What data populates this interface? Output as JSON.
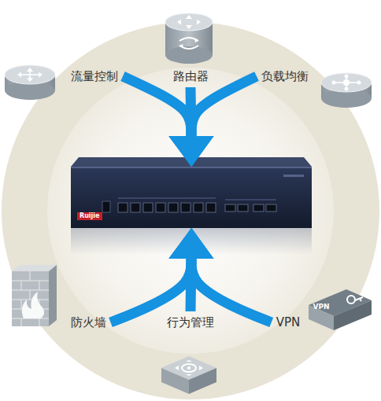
{
  "diagram": {
    "nodes": [
      {
        "text": [
          "流量控制"
        ]
      },
      {
        "text": [
          "路由器"
        ]
      },
      {
        "text": [
          "负载均衡"
        ]
      },
      {
        "text": [
          "Ruijie"
        ]
      },
      {
        "text": [
          "防火墙"
        ]
      },
      {
        "text": [
          "行为管理"
        ]
      },
      {
        "text": [
          "VPN"
        ]
      }
    ],
    "edges": [
      {
        "from": 0,
        "to": 3,
        "arrow": "to"
      },
      {
        "from": 1,
        "to": 3,
        "arrow": "to"
      },
      {
        "from": 2,
        "to": 3,
        "arrow": "to"
      },
      {
        "from": 4,
        "to": 3,
        "arrow": "to"
      },
      {
        "from": 5,
        "to": 3,
        "arrow": "to"
      },
      {
        "from": 6,
        "to": 3,
        "arrow": "to"
      }
    ],
    "labels": [
      "VPN"
    ]
  }
}
